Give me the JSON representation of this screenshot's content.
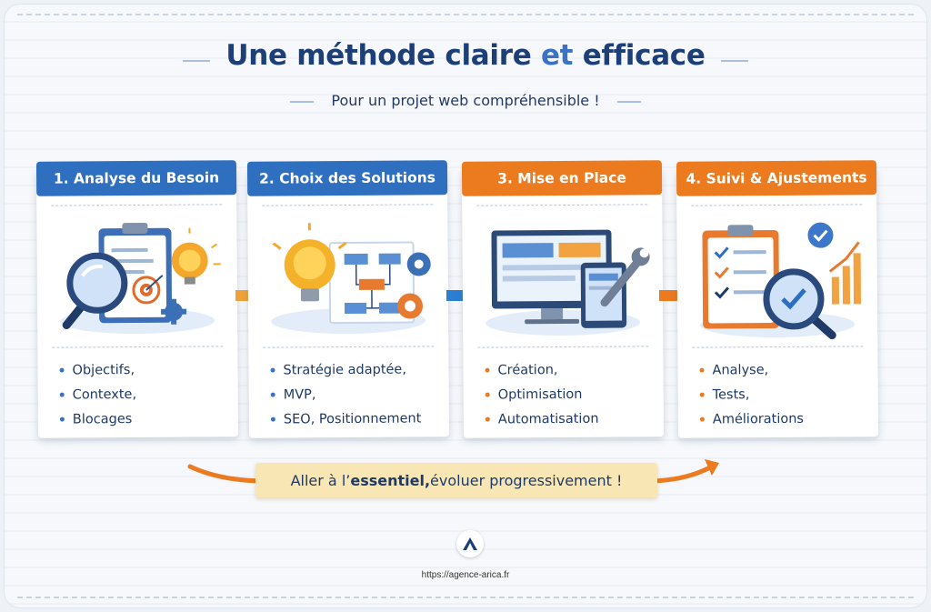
{
  "header": {
    "title_part1": "Une méthode claire",
    "title_accent": "et",
    "title_part2": "efficace",
    "subtitle": "Pour un projet web compréhensible !"
  },
  "steps": [
    {
      "label": "1. Analyse du Besoin",
      "color": "#2f6fbf",
      "items": [
        "Objectifs,",
        "Contexte,",
        "Blocages"
      ],
      "icons": [
        "clipboard-icon",
        "magnifier-icon",
        "lightbulb-icon",
        "target-icon",
        "gear-icon"
      ]
    },
    {
      "label": "2. Choix des Solutions",
      "color": "#2f6fbf",
      "items": [
        "Stratégie adaptée,",
        "MVP,",
        "SEO, Positionnement"
      ],
      "icons": [
        "lightbulb-icon",
        "flowchart-icon",
        "gear-icon"
      ]
    },
    {
      "label": "3. Mise en Place",
      "color": "#ec7a1f",
      "items": [
        "Création,",
        "Optimisation",
        "Automatisation"
      ],
      "icons": [
        "monitor-icon",
        "tablet-icon",
        "wrench-icon"
      ]
    },
    {
      "label": "4. Suivi & Ajustements",
      "color": "#ec7a1f",
      "items": [
        "Analyse,",
        "Tests,",
        "Améliorations"
      ],
      "icons": [
        "checklist-icon",
        "magnifier-check-icon",
        "bar-chart-icon",
        "check-badge-icon"
      ]
    }
  ],
  "banner": {
    "part1": "Aller à l’",
    "bold": "essentiel,",
    "part2": " évoluer progressivement !"
  },
  "footer": {
    "logo_letter": "A",
    "url": "https://agence-arica.fr"
  },
  "colors": {
    "blue": "#2f6fbf",
    "orange": "#ec7a1f",
    "navy": "#1d3f78",
    "banner": "#f9e6b5"
  }
}
